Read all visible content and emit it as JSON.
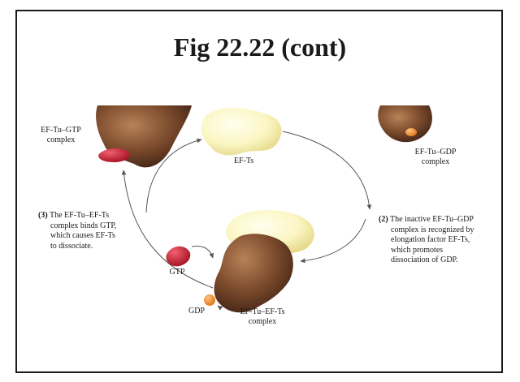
{
  "slide": {
    "title": "Fig 22.22 (cont)"
  },
  "molecules": {
    "ef_tu_gtp": {
      "line1": "EF-Tu–GTP",
      "line2": "complex"
    },
    "ef_ts": "EF-Ts",
    "ef_tu_gdp": {
      "line1": "EF-Tu–GDP",
      "line2": "complex"
    },
    "gtp": "GTP",
    "gdp": "GDP",
    "ef_tu_ef_ts": {
      "line1": "EF-Tu–EF-Ts",
      "line2": "complex"
    }
  },
  "steps": {
    "step3": {
      "num": "(3)",
      "lines": [
        "The EF-Tu–EF-Ts",
        "complex binds GTP,",
        "which causes EF-Ts",
        "to dissociate."
      ]
    },
    "step2": {
      "num": "(2)",
      "lines": [
        "The inactive EF-Tu–GDP",
        "complex is recognized by",
        "elongation factor EF-Ts,",
        "which promotes",
        "dissociation of GDP."
      ]
    }
  },
  "colors": {
    "ef_tu": "#7a4a2c",
    "ef_ts": "#fbf6c4",
    "gtp": "#c0182a",
    "gdp": "#ef8a2c",
    "arrow": "#555555"
  }
}
